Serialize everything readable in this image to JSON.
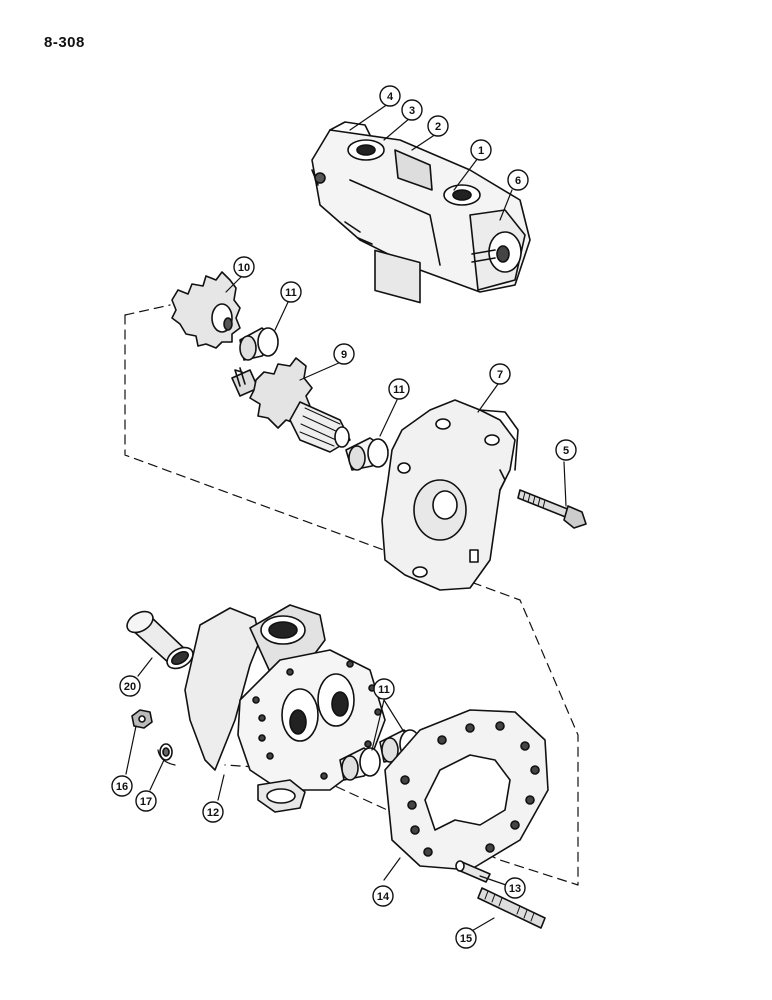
{
  "page_number": "8-308",
  "callouts": [
    {
      "id": "c1",
      "label": "1"
    },
    {
      "id": "c2",
      "label": "2"
    },
    {
      "id": "c3",
      "label": "3"
    },
    {
      "id": "c4",
      "label": "4"
    },
    {
      "id": "c5",
      "label": "5"
    },
    {
      "id": "c6",
      "label": "6"
    },
    {
      "id": "c7",
      "label": "7"
    },
    {
      "id": "c9",
      "label": "9"
    },
    {
      "id": "c10",
      "label": "10"
    },
    {
      "id": "c11a",
      "label": "11"
    },
    {
      "id": "c11b",
      "label": "11"
    },
    {
      "id": "c11c",
      "label": "11"
    },
    {
      "id": "c12",
      "label": "12"
    },
    {
      "id": "c13",
      "label": "13"
    },
    {
      "id": "c14",
      "label": "14"
    },
    {
      "id": "c15",
      "label": "15"
    },
    {
      "id": "c16",
      "label": "16"
    },
    {
      "id": "c17",
      "label": "17"
    },
    {
      "id": "c20",
      "label": "20"
    }
  ]
}
